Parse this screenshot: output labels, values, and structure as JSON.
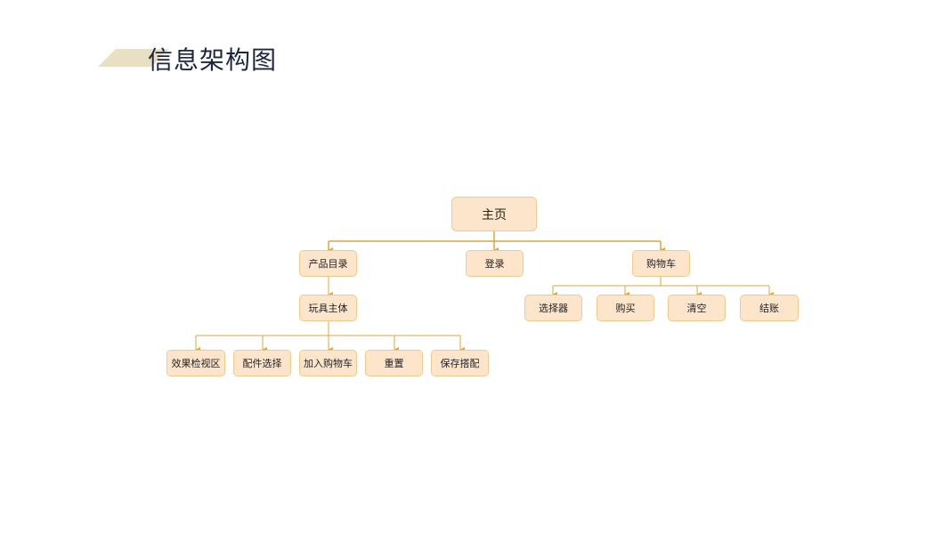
{
  "title": "信息架构图",
  "colors": {
    "node_fill": "#fde5cc",
    "node_border": "#f2c98a",
    "connector": "#d9a93a",
    "title": "#1c2541",
    "accent_shape": "#e9e0c4"
  },
  "tree": {
    "root": "主页",
    "level1": [
      "产品目录",
      "登录",
      "购物车"
    ],
    "catalog_child": "玩具主体",
    "toy_children": [
      "效果检视区",
      "配件选择",
      "加入购物车",
      "重置",
      "保存搭配"
    ],
    "cart_children": [
      "选择器",
      "购买",
      "清空",
      "结账"
    ]
  }
}
